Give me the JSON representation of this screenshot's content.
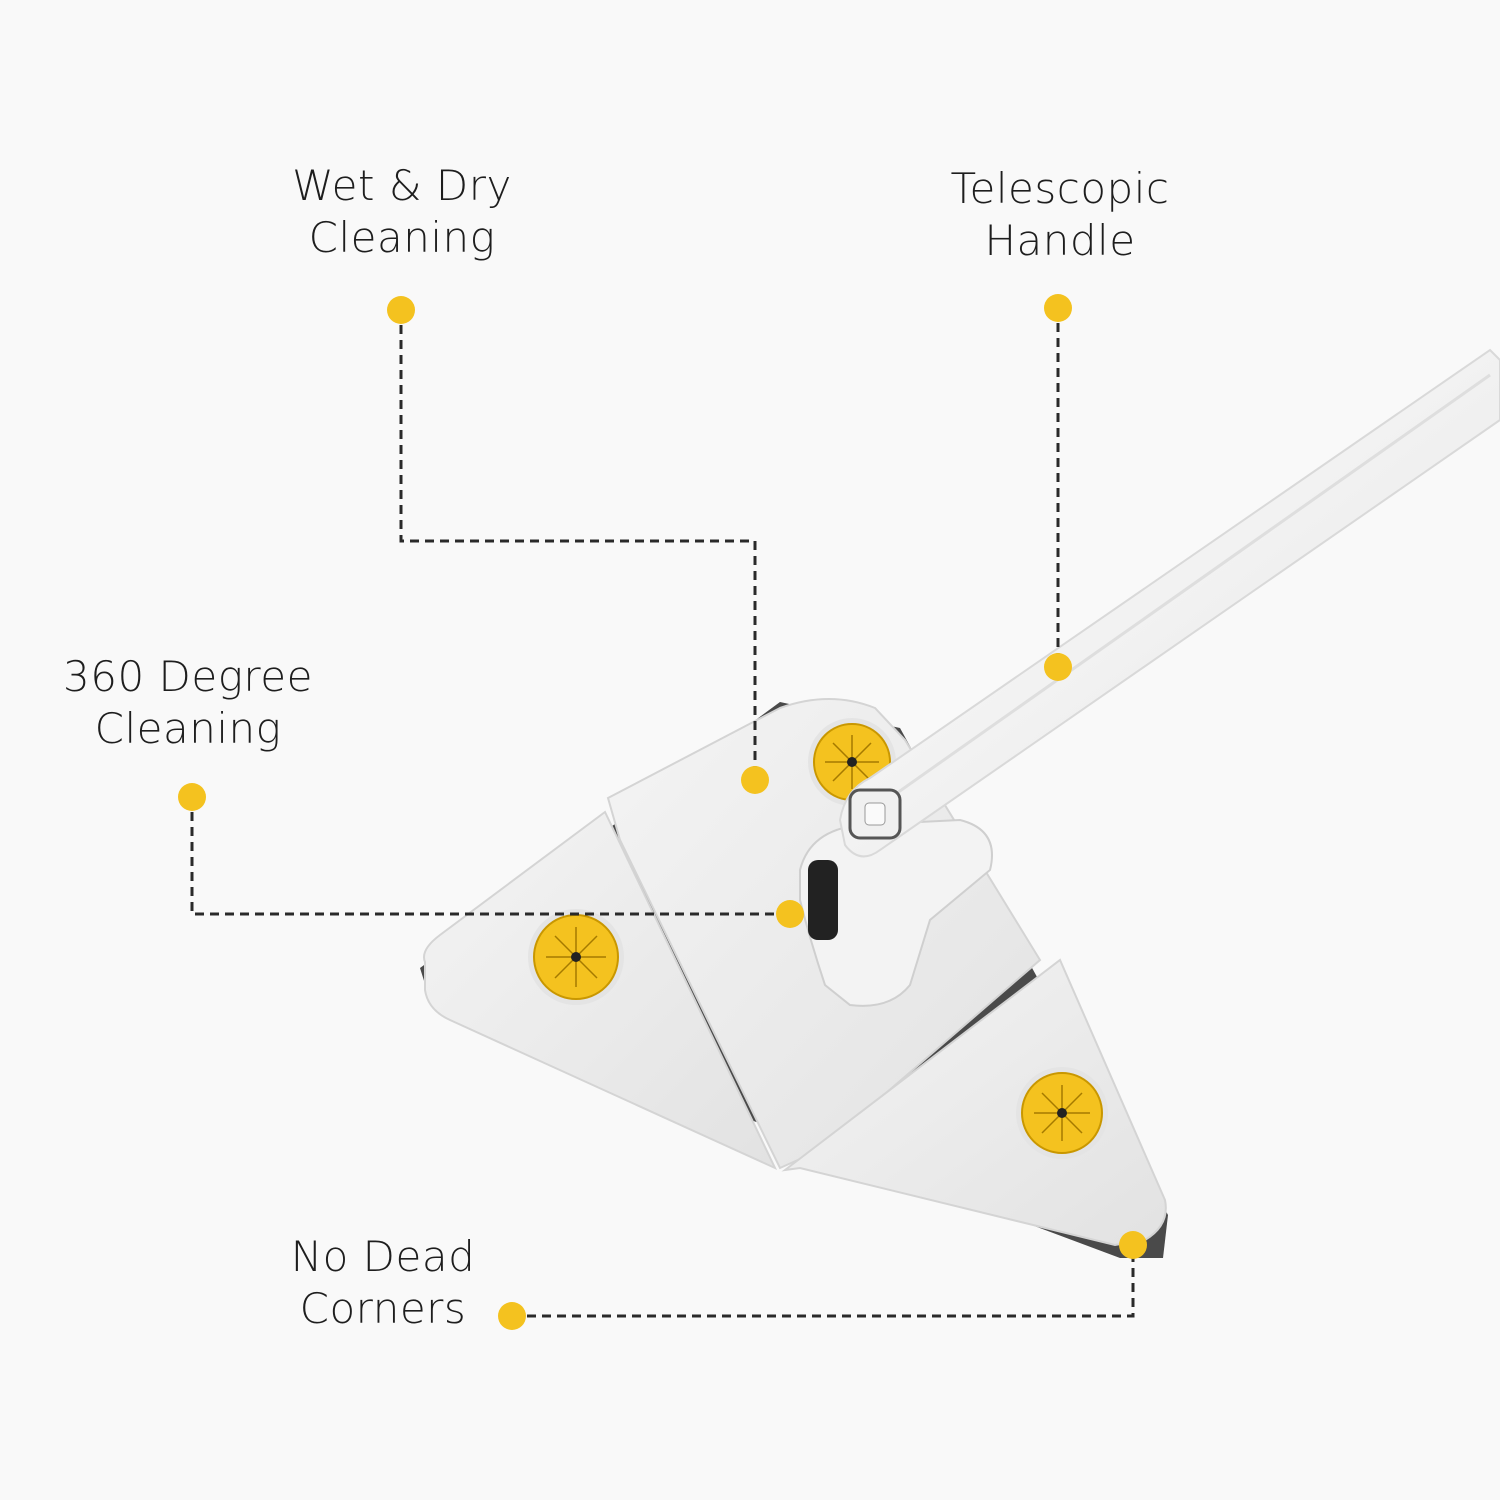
{
  "labels": {
    "wet_dry": {
      "line1": "Wet & Dry",
      "line2": "Cleaning"
    },
    "telescopic": {
      "line1": "Telescopic",
      "line2": "Handle"
    },
    "degree360": {
      "line1": "360 Degree",
      "line2": "Cleaning"
    },
    "no_dead_corners": {
      "line1": "No Dead",
      "line2": "Corners"
    }
  },
  "colors": {
    "background": "#f9f9f9",
    "accent_yellow": "#f4c21f",
    "leader_line": "#2a2a2a",
    "mop_body": "#ececec",
    "mop_pad": "#4a4a4a"
  }
}
